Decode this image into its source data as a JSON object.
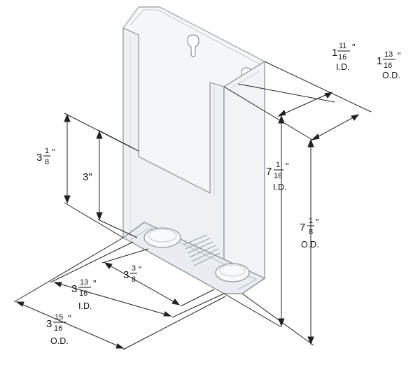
{
  "dimensions": {
    "id_depth": {
      "whole": "1",
      "num": "11",
      "den": "16",
      "unit": "\"",
      "label": "I.D."
    },
    "od_depth": {
      "whole": "1",
      "num": "13",
      "den": "16",
      "unit": "\"",
      "label": "O.D."
    },
    "back_height": {
      "whole": "3",
      "num": "1",
      "den": "8",
      "unit": "\""
    },
    "front_height": {
      "text": "3\""
    },
    "id_height": {
      "whole": "7",
      "num": "1",
      "den": "16",
      "unit": "\"",
      "label": "I.D."
    },
    "od_height": {
      "whole": "7",
      "num": "1",
      "den": "8",
      "unit": "\"",
      "label": "O.D."
    },
    "pocket_width": {
      "whole": "3",
      "num": "3",
      "den": "8",
      "unit": "\""
    },
    "id_width": {
      "whole": "3",
      "num": "13",
      "den": "16",
      "unit": "\"",
      "label": "I.D."
    },
    "od_width": {
      "whole": "3",
      "num": "15",
      "den": "16",
      "unit": "\"",
      "label": "O.D."
    }
  },
  "colors": {
    "line": "#222222",
    "acrylic_edge": "#9aa0a6",
    "acrylic_fill": "#f3f5f7"
  }
}
